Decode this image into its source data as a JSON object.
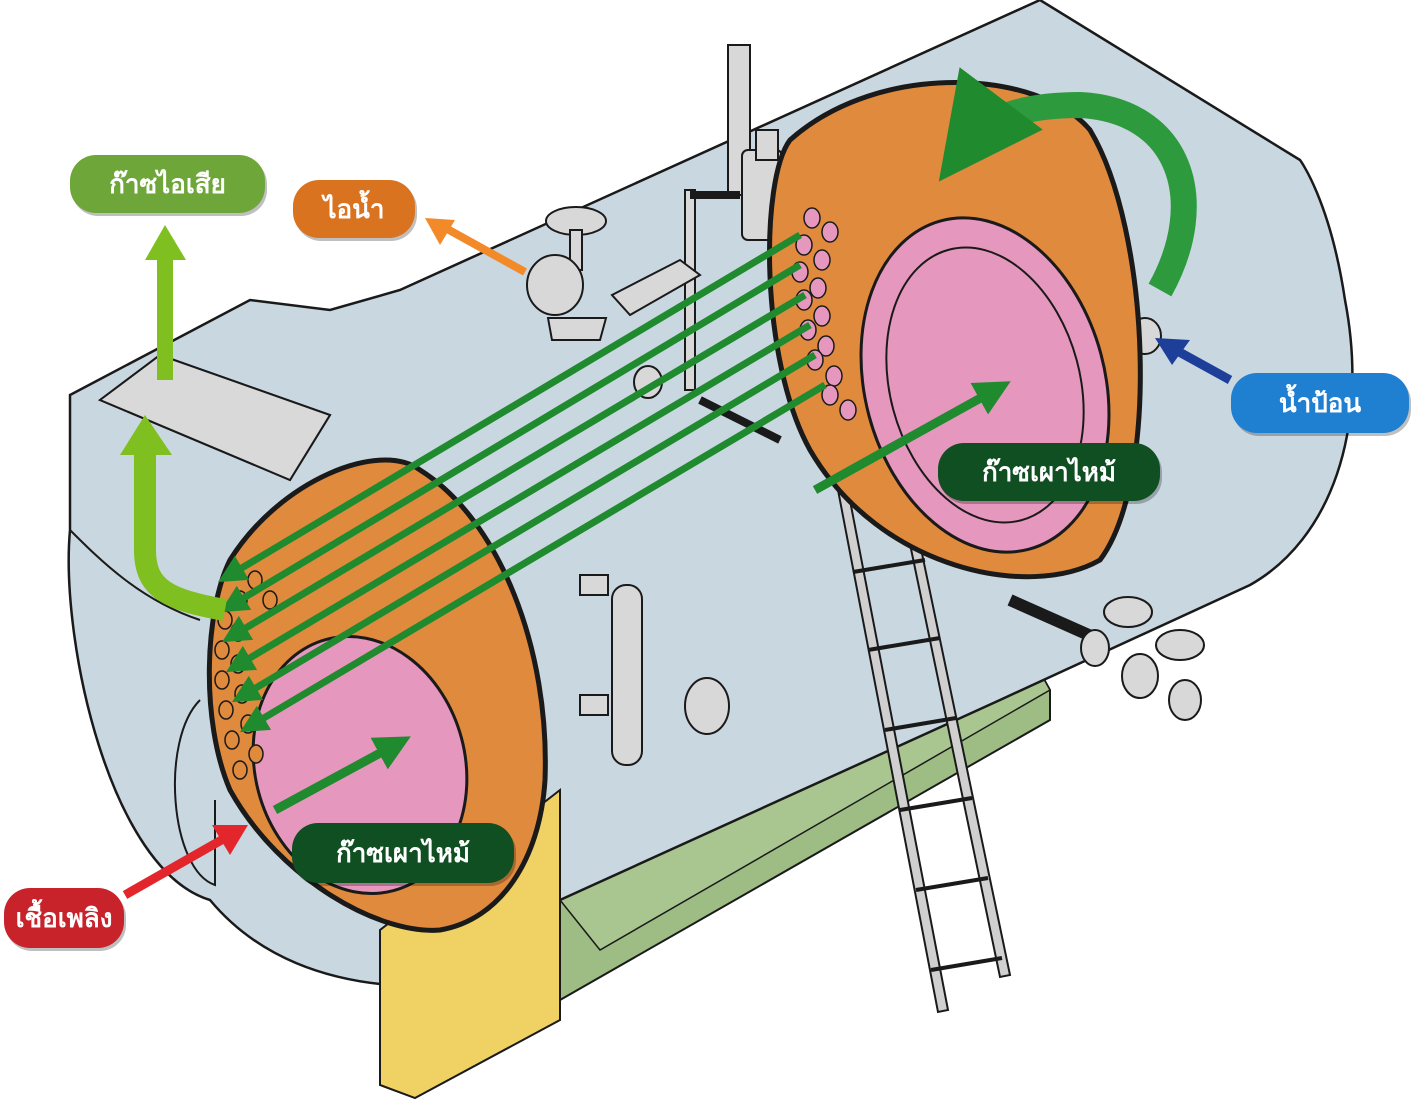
{
  "labels": {
    "exhaust_gas": "ก๊าซไอเสีย",
    "steam": "ไอน้ำ",
    "feed_water": "น้ำป้อน",
    "combustion_gas_front": "ก๊าซเผาไหม้",
    "combustion_gas_rear": "ก๊าซเผาไหม้",
    "fuel": "เชื้อเพลิง"
  },
  "colors": {
    "shell": "#c9d7e0",
    "outline": "#1a1a1a",
    "water_space": "#e08a3e",
    "furnace": "#e597bd",
    "base": "#9dbd84",
    "support": "#f0d264",
    "flow_arrow": "#1f8a2e",
    "exhaust_arrow": "#7fbf1f",
    "exhaust_label": "#6fa63a",
    "steam_label": "#d9731f",
    "steam_arrow": "#f28a2a",
    "feed_water_label": "#1f7fd1",
    "feed_water_arrow": "#1d3f9a",
    "combustion_label": "#0f4f22",
    "fuel_label": "#c8232b",
    "fuel_arrow": "#e3262b"
  }
}
